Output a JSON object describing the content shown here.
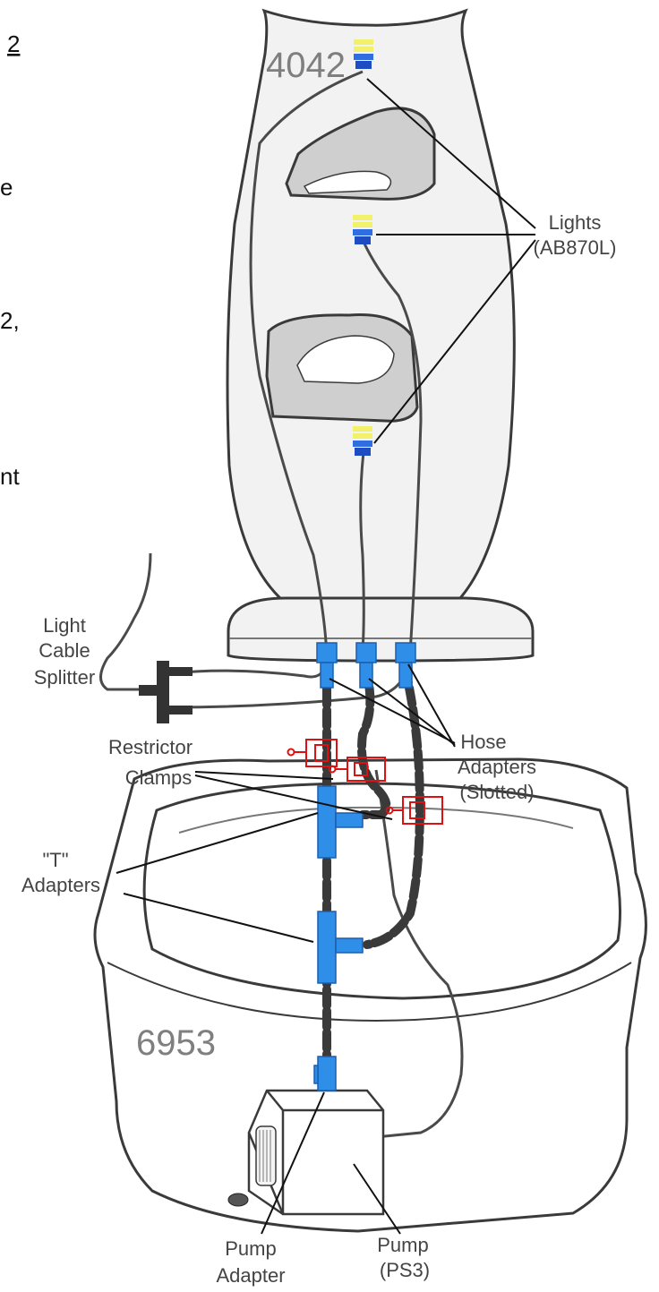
{
  "labels": {
    "top_fountain_number": "4042",
    "bowl_number": "6953",
    "lights_line1": "Lights",
    "lights_line2": "(AB870L)",
    "splitter_line1": "Light",
    "splitter_line2": "Cable",
    "splitter_line3": "Splitter",
    "hose_line1": "Hose",
    "hose_line2": "Adapters",
    "hose_line3": "(Slotted)",
    "restrictor_line1": "Restrictor",
    "restrictor_line2": "Clamps",
    "t_line1": "\"T\"",
    "t_line2": "Adapters",
    "pump_adapter_line1": "Pump",
    "pump_adapter_line2": "Adapter",
    "pump_line1": "Pump",
    "pump_line2": "(PS3)"
  },
  "edge_text": {
    "frag1": "2",
    "frag2": "e",
    "frag3": "2,",
    "frag4": "nt"
  },
  "colors": {
    "outline": "#3a3a3a",
    "fountain_fill": "#f2f2f2",
    "pocket_fill": "#cfcfcf",
    "adapter_blue": "#2f8fe8",
    "light_yellow": "#f2f26a",
    "light_blue": "#2255dd",
    "clamp_red": "#dd1111",
    "hose_dark": "#3a3a3a"
  }
}
